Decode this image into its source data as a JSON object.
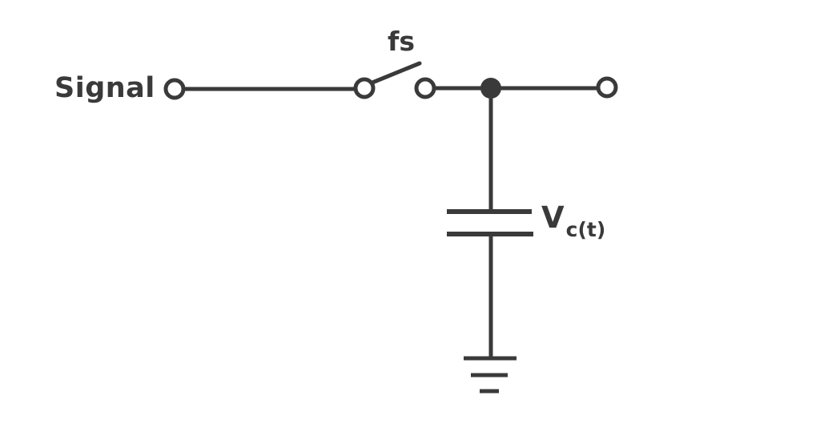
{
  "diagram": {
    "type": "circuit-schematic",
    "labels": {
      "signal": "Signal",
      "switch_frequency": "fs",
      "capacitor_voltage_main": "V",
      "capacitor_voltage_subscript": "c(t)"
    },
    "components": {
      "input_terminal": "open-circle-terminal",
      "sampling_switch": "open-switch",
      "junction": "filled-node",
      "output_terminal": "open-circle-terminal",
      "capacitor": "parallel-plate-capacitor",
      "ground": "earth-ground-symbol"
    }
  },
  "colors": {
    "stroke": "#3a3a3a",
    "background": "#ffffff"
  }
}
